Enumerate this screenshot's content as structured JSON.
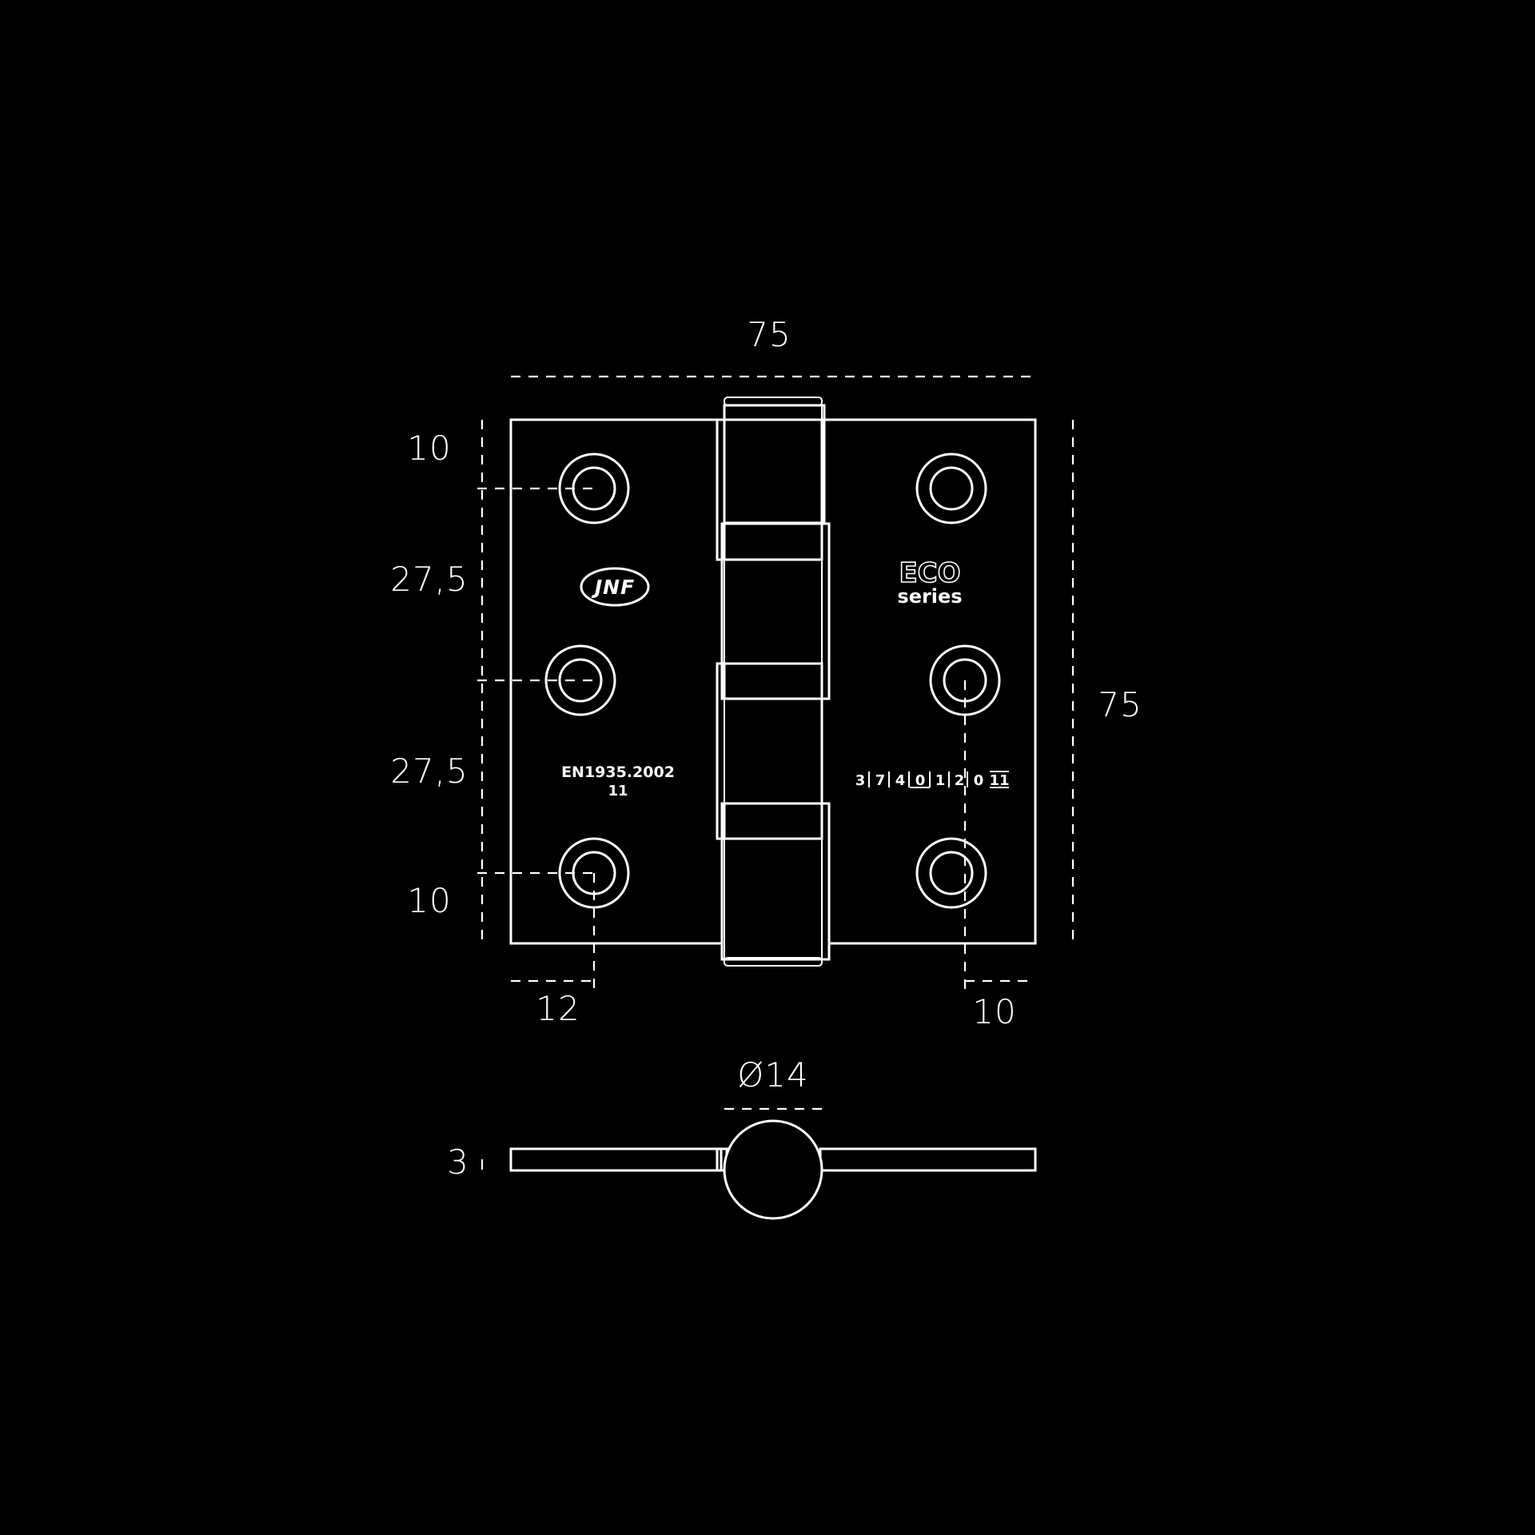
{
  "dimensions": {
    "overall_width": "75",
    "overall_height": "75",
    "top_margin": "10",
    "upper_pitch": "27,5",
    "lower_pitch": "27,5",
    "bottom_margin": "10",
    "left_edge_offset": "12",
    "right_edge_offset": "10",
    "knuckle_diameter": "Ø14",
    "leaf_thickness": "3"
  },
  "markings": {
    "left_leaf": {
      "brand_logo": "JNF",
      "standard": "EN1935.2002",
      "standard_code": "11"
    },
    "right_leaf": {
      "series_logo_word": "ECO",
      "series_logo_sub": "series",
      "classification": [
        "3",
        "7",
        "4",
        "0",
        "1",
        "2",
        "0",
        "11"
      ]
    }
  },
  "colors": {
    "background": "#000000",
    "line": "#ffffff"
  }
}
